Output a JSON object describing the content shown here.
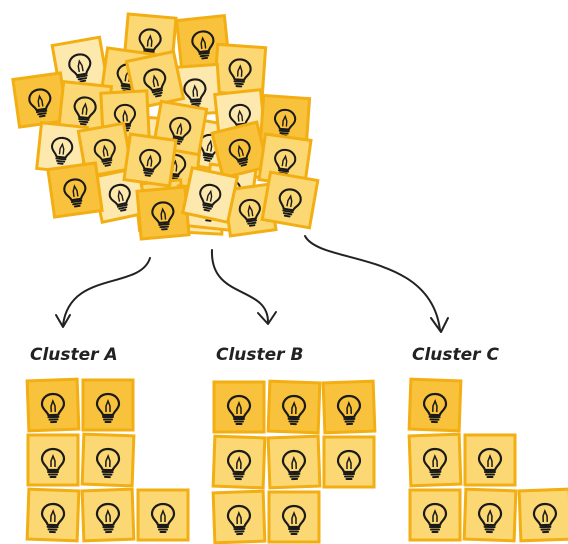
{
  "clusters": [
    {
      "label": "Cluster A",
      "rows": [
        2,
        2,
        3
      ]
    },
    {
      "label": "Cluster B",
      "rows": [
        3,
        3,
        2
      ]
    },
    {
      "label": "Cluster C",
      "rows": [
        1,
        2,
        3
      ]
    }
  ],
  "colors": {
    "card_fill_dark": "#f8c23c",
    "card_fill_mid": "#fbd873",
    "card_fill_light": "#fde9ad",
    "card_border": "#f2ae12",
    "bulb_ink": "#1a1a1a",
    "arrow": "#222222"
  },
  "icons": [
    "lightbulb-icon",
    "arrow-icon"
  ]
}
